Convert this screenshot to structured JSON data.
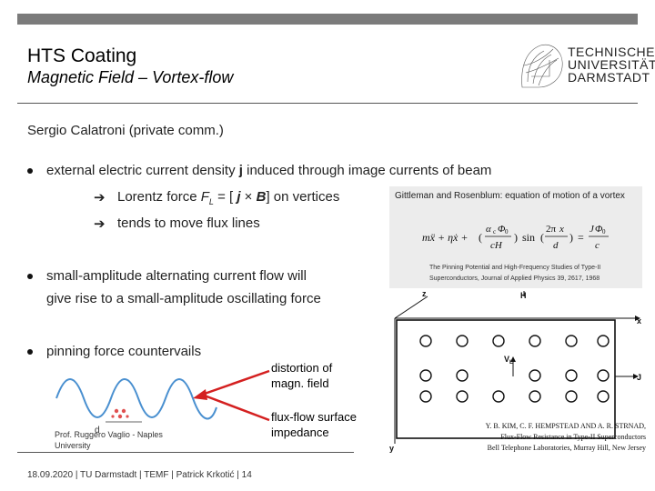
{
  "header": {
    "title": "HTS Coating",
    "subtitle": "Magnetic Field – Vortex-flow",
    "logo_lines": [
      "TECHNISCHE",
      "UNIVERSITÄT",
      "DARMSTADT"
    ]
  },
  "source": "Sergio Calatroni  (private comm.)",
  "bullets": {
    "b1": {
      "pre": "external electric current density ",
      "bold": "j",
      "post": " induced through image currents of beam"
    },
    "b1_sub1": {
      "text": "Lorentz force ",
      "formula": "F",
      "sub": "L",
      "eq": " = [ ",
      "j": "j",
      "x": " × ",
      "B": "B",
      "close": "] on vertices"
    },
    "b1_sub2": "tends to move flux lines",
    "b2_line1": "small-amplitude alternating current flow will",
    "b2_line2": "give rise to a small-amplitude oscillating  force",
    "b3": "pinning force countervails"
  },
  "equation_box": {
    "heading": "Gittleman and Rosenblum: equation of motion of a vortex",
    "reference": "The Pinning Potential and High-Frequency Studies of Type-II Superconductors, Journal of Applied Physics 39, 2617, 1968"
  },
  "annotations": {
    "distortion": [
      "distortion of",
      "magn. field"
    ],
    "fluxflow": [
      "flux-flow surface",
      "impedance"
    ],
    "wave_label": "d",
    "prof": [
      "Prof. Ruggero Vaglio - Naples",
      "University"
    ]
  },
  "figure": {
    "axis_z": "z",
    "axis_h": "H",
    "axis_x": "x",
    "axis_y": "y",
    "vl": "V",
    "vl_sub": "L",
    "j": "J"
  },
  "kim_ref": [
    "Y. B. KIM, C. F. HEMPSTEAD AND A. R. STRNAD,",
    "Flux-Flow Resistance in Type-II Superconductors",
    "Bell Telephone Laboratories, Murray Hill, New Jersey"
  ],
  "footer": "18.09.2020 | TU Darmstadt | TEMF | Patrick Krkotić | 14",
  "colors": {
    "bar": "#7b7b7b",
    "arrow_red": "#d42020",
    "wave_blue": "#4a90d0"
  }
}
